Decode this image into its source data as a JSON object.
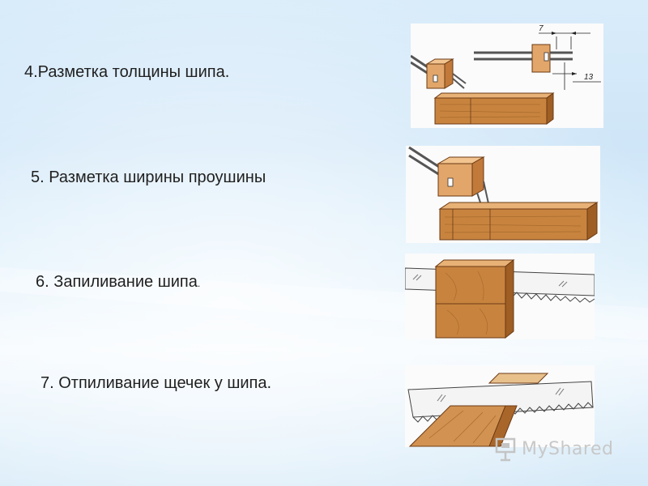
{
  "steps": [
    {
      "label": "4.Разметка толщины шипа."
    },
    {
      "label": "5. Разметка ширины проушины"
    },
    {
      "label": "6. Запиливание шипа",
      "suffix": "."
    },
    {
      "label": "7. Отпиливание щечек у шипа."
    }
  ],
  "figure1": {
    "dim_top": "7",
    "dim_right": "13"
  },
  "watermark": {
    "brand": "MyShared",
    "icon": "presentation-board-icon"
  }
}
